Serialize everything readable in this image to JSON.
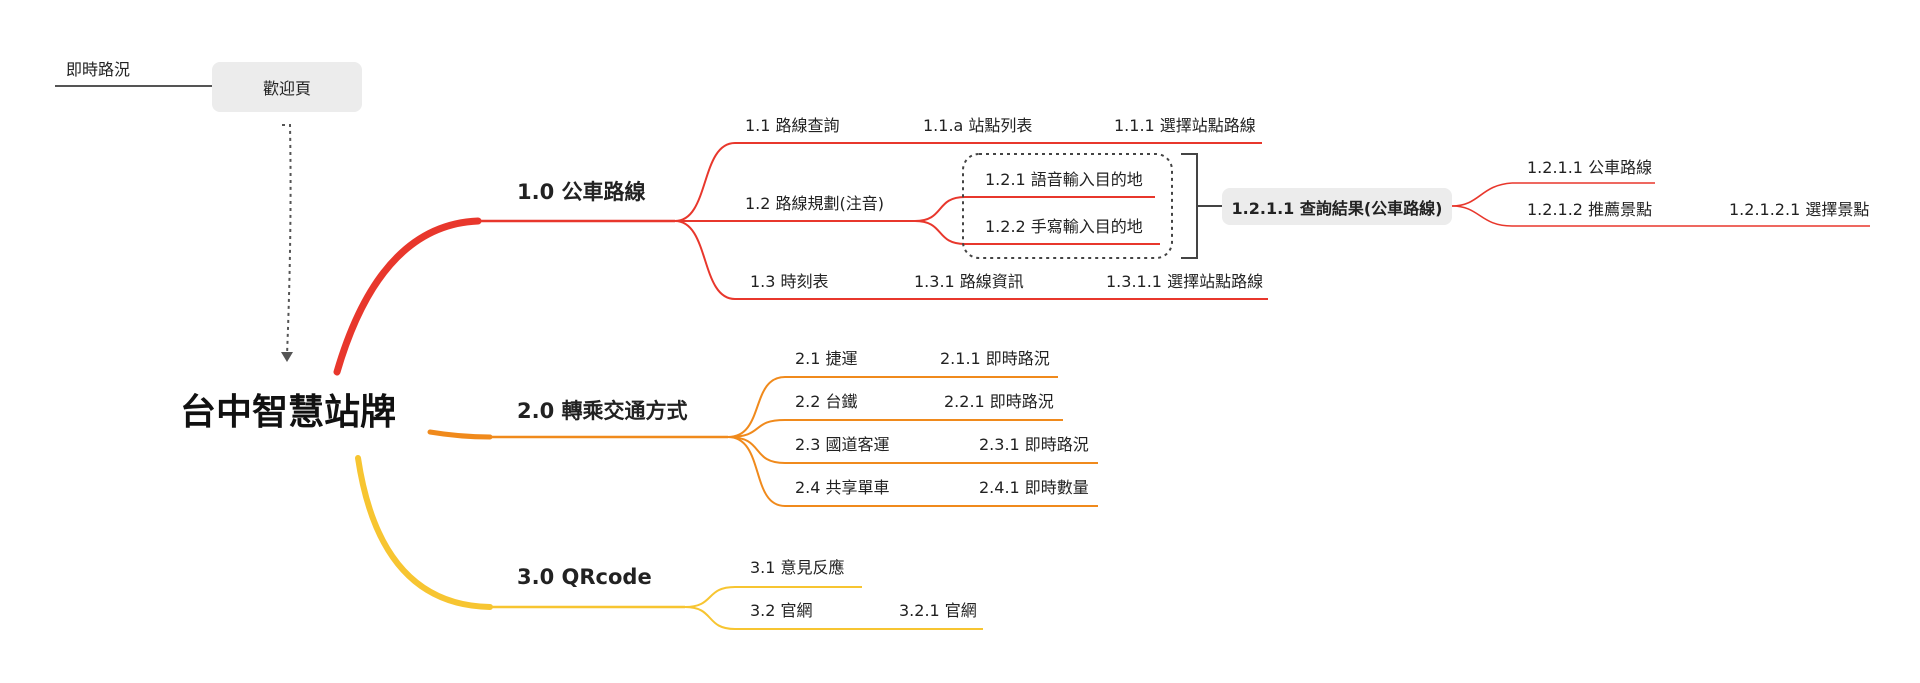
{
  "root": {
    "label": "台中智慧站牌"
  },
  "welcome": {
    "label": "歡迎頁",
    "realtime_label": "即時路況"
  },
  "branch1": {
    "label": "1.0 公車路線",
    "color": "#e8372c",
    "n1_1": "1.1 路線查詢",
    "n1_1a": "1.1.a 站點列表",
    "n1_1_1": "1.1.1 選擇站點路線",
    "n1_2": "1.2 路線規劃(注音)",
    "n1_2_1": "1.2.1 語音輸入目的地",
    "n1_2_2": "1.2.2 手寫輸入目的地",
    "n1_2_1_1": "1.2.1.1 查詢結果(公車路線)",
    "n1_2_1_1_1": "1.2.1.1 公車路線",
    "n1_2_1_1_2": "1.2.1.2 推薦景點",
    "n1_2_1_2_1": "1.2.1.2.1 選擇景點",
    "n1_3": "1.3 時刻表",
    "n1_3_1": "1.3.1 路線資訊",
    "n1_3_1_1": "1.3.1.1 選擇站點路線"
  },
  "branch2": {
    "label": "2.0 轉乘交通方式",
    "color": "#f08a1c",
    "n2_1": "2.1 捷運",
    "n2_1_1": "2.1.1 即時路況",
    "n2_2": "2.2 台鐵",
    "n2_2_1": "2.2.1 即時路況",
    "n2_3": "2.3 國道客運",
    "n2_3_1": "2.3.1 即時路況",
    "n2_4": "2.4 共享單車",
    "n2_4_1": "2.4.1 即時數量"
  },
  "branch3": {
    "label": "3.0 QRcode",
    "color": "#f7c531",
    "n3_1": "3.1  意見反應",
    "n3_2": "3.2 官網",
    "n3_2_1": "3.2.1 官網"
  }
}
